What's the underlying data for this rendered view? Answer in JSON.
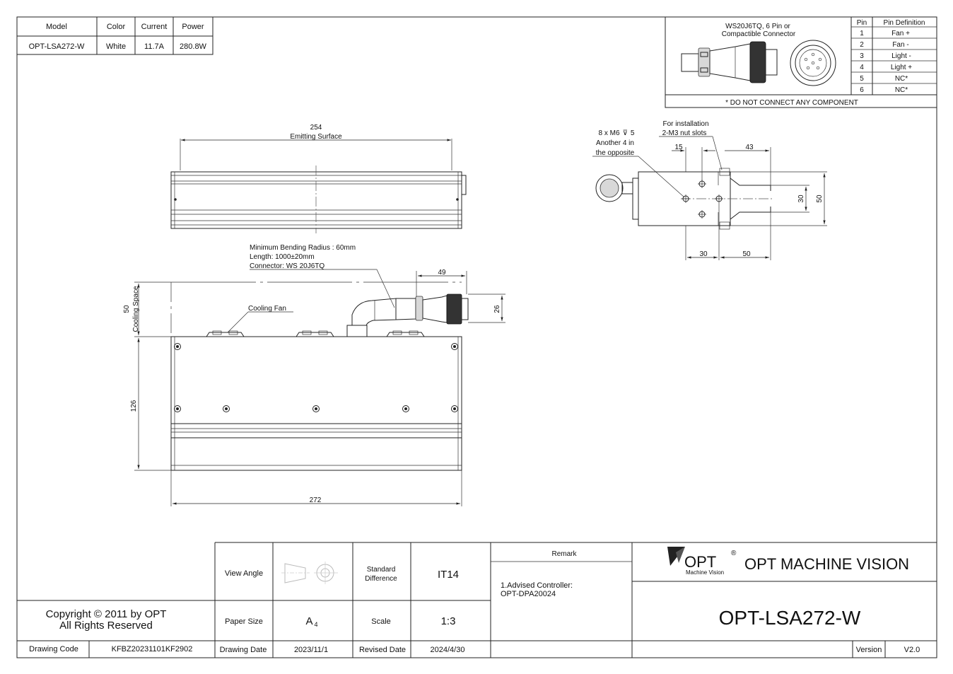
{
  "spec_table": {
    "headers": [
      "Model",
      "Color",
      "Current",
      "Power"
    ],
    "row": [
      "OPT-LSA272-W",
      "White",
      "11.7A",
      "280.8W"
    ]
  },
  "connector": {
    "title_line1": "WS20J6TQ,  6 Pin or",
    "title_line2": "Compactible Connector",
    "pin_header": "Pin",
    "def_header": "Pin Definition",
    "pins": [
      {
        "pin": "1",
        "def": "Fan +"
      },
      {
        "pin": "2",
        "def": "Fan -"
      },
      {
        "pin": "3",
        "def": "Light -"
      },
      {
        "pin": "4",
        "def": "Light +"
      },
      {
        "pin": "5",
        "def": "NC*"
      },
      {
        "pin": "6",
        "def": "NC*"
      }
    ],
    "note": "* DO NOT CONNECT ANY COMPONENT"
  },
  "front_view": {
    "dim_value": "254",
    "dim_label": "Emitting Surface"
  },
  "side_view": {
    "note1_line1": "8 x M6",
    "note1_depth": "5",
    "note1_line2": "Another 4 in",
    "note1_line3": "the opposite",
    "note2_line1": "For installation",
    "note2_line2": "2-M3 nut slots",
    "dim_15": "15",
    "dim_43": "43",
    "dim_30v": "30",
    "dim_50v": "50",
    "dim_30h": "30",
    "dim_50h": "50"
  },
  "bottom_view": {
    "note_line1": "Minimum Bending Radius : 60mm",
    "note_line2": "Length: 1000±20mm",
    "note_line3": "Connector: WS 20J6TQ",
    "dim_49": "49",
    "dim_26": "26",
    "dim_50": "50",
    "cooling_space": "Cooling Space",
    "cooling_fan": "Cooling Fan",
    "dim_126": "126",
    "dim_272": "272"
  },
  "title_block": {
    "view_angle_label": "View Angle",
    "standard_diff_label_1": "Standard",
    "standard_diff_label_2": "Difference",
    "standard_diff_value": "IT14",
    "remark_label": "Remark",
    "remark_line1": "1.Advised Controller:",
    "remark_line2": "OPT-DPA20024",
    "paper_size_label": "Paper Size",
    "paper_size_value": "A",
    "paper_size_sub": "4",
    "scale_label": "Scale",
    "scale_value": "1:3",
    "drawing_date_label": "Drawing Date",
    "drawing_date_value": "2023/11/1",
    "revised_date_label": "Revised Date",
    "revised_date_value": "2024/4/30",
    "copyright_line1": "Copyright © 2011 by OPT",
    "copyright_line2": "All Rights Reserved",
    "drawing_code_label": "Drawing Code",
    "drawing_code_value": "KFBZ20231101KF2902",
    "logo_text": "OPT",
    "logo_reg": "®",
    "logo_sub": "Machine Vision",
    "company": "OPT MACHINE VISION",
    "model": "OPT-LSA272-W",
    "version_label": "Version",
    "version_value": "V2.0"
  }
}
